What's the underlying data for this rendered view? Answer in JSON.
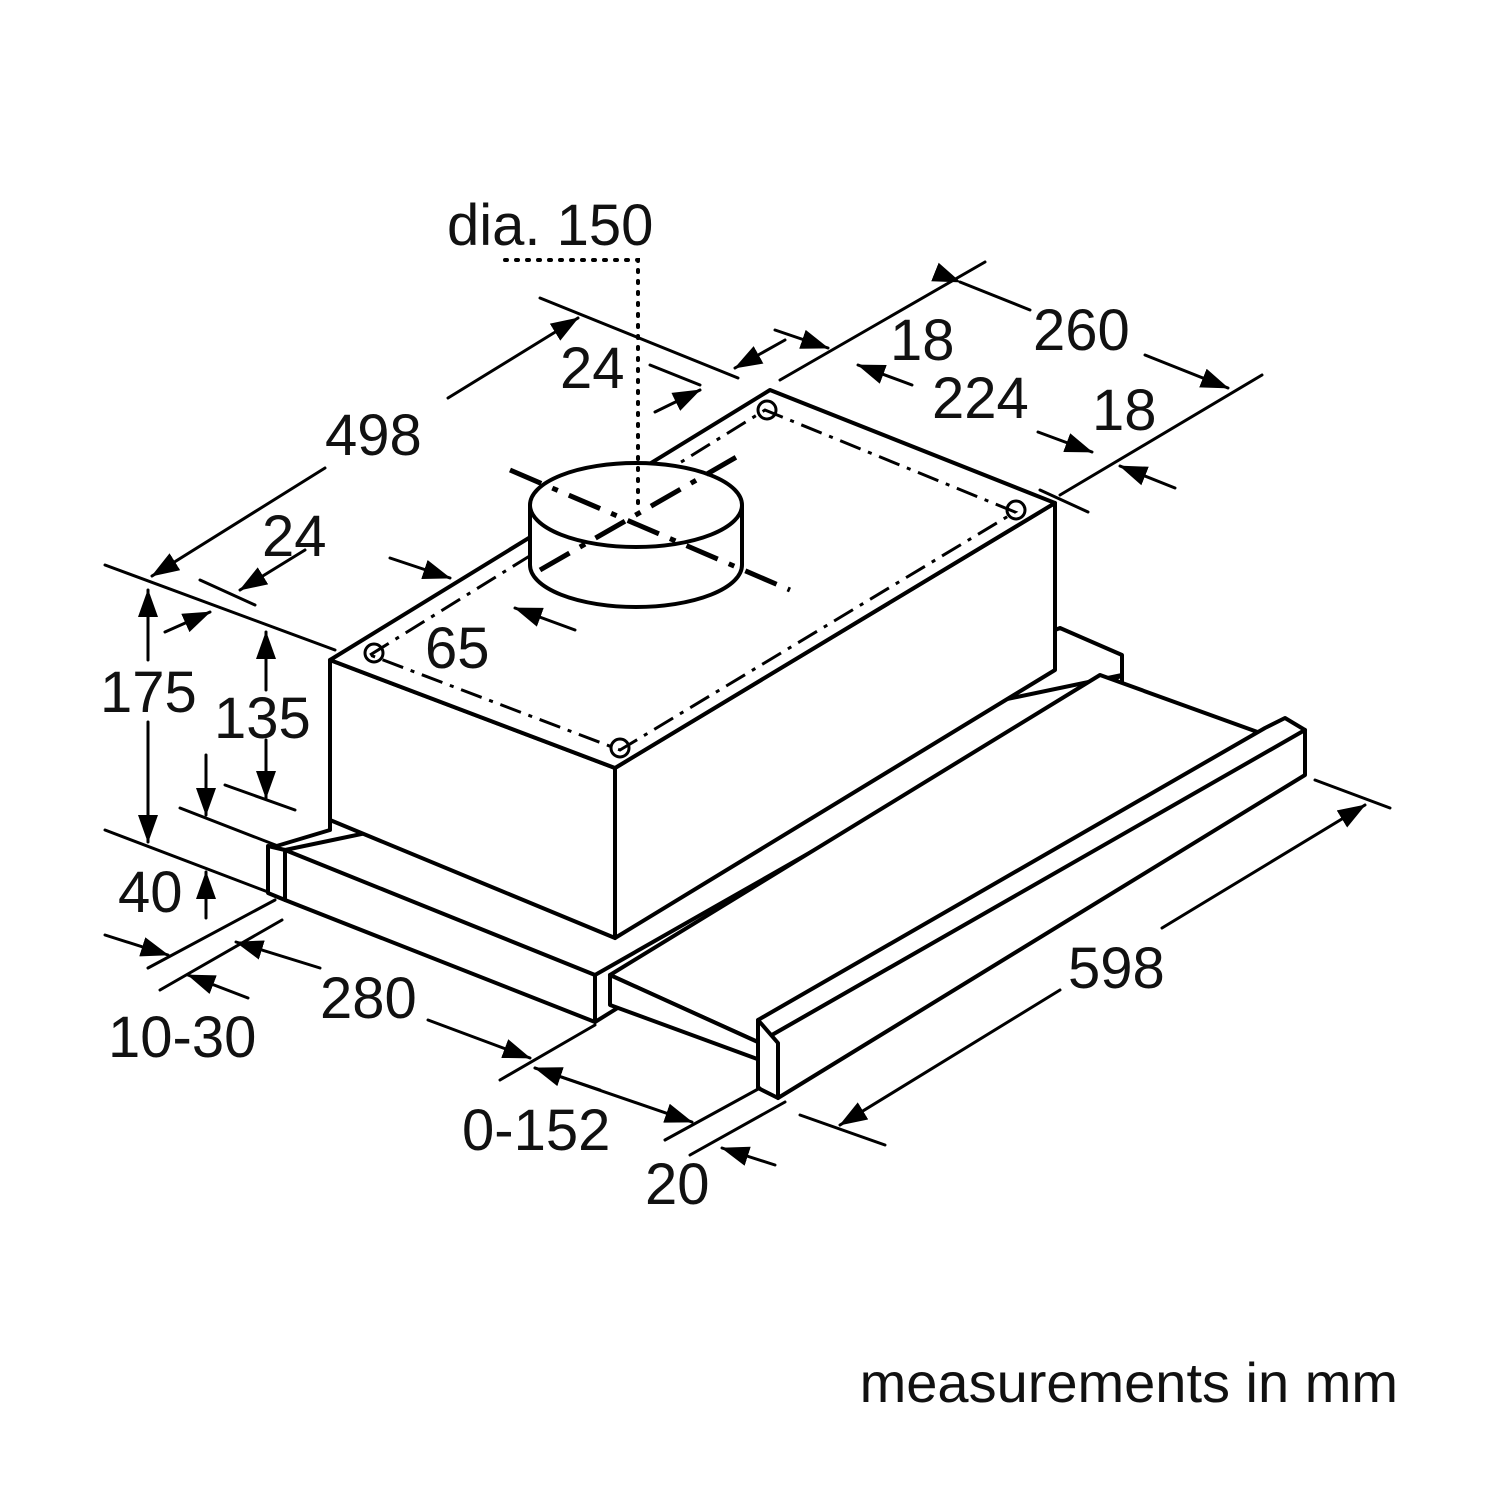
{
  "labels": {
    "dia": "dia. 150",
    "d260": "260",
    "d18a": "18",
    "d224": "224",
    "d18b": "18",
    "d24a": "24",
    "d498": "498",
    "d24b": "24",
    "d65": "65",
    "d175": "175",
    "d135": "135",
    "d40": "40",
    "d10_30": "10-30",
    "d280": "280",
    "d0_152": "0-152",
    "d20": "20",
    "d598": "598"
  },
  "caption": "measurements in mm"
}
